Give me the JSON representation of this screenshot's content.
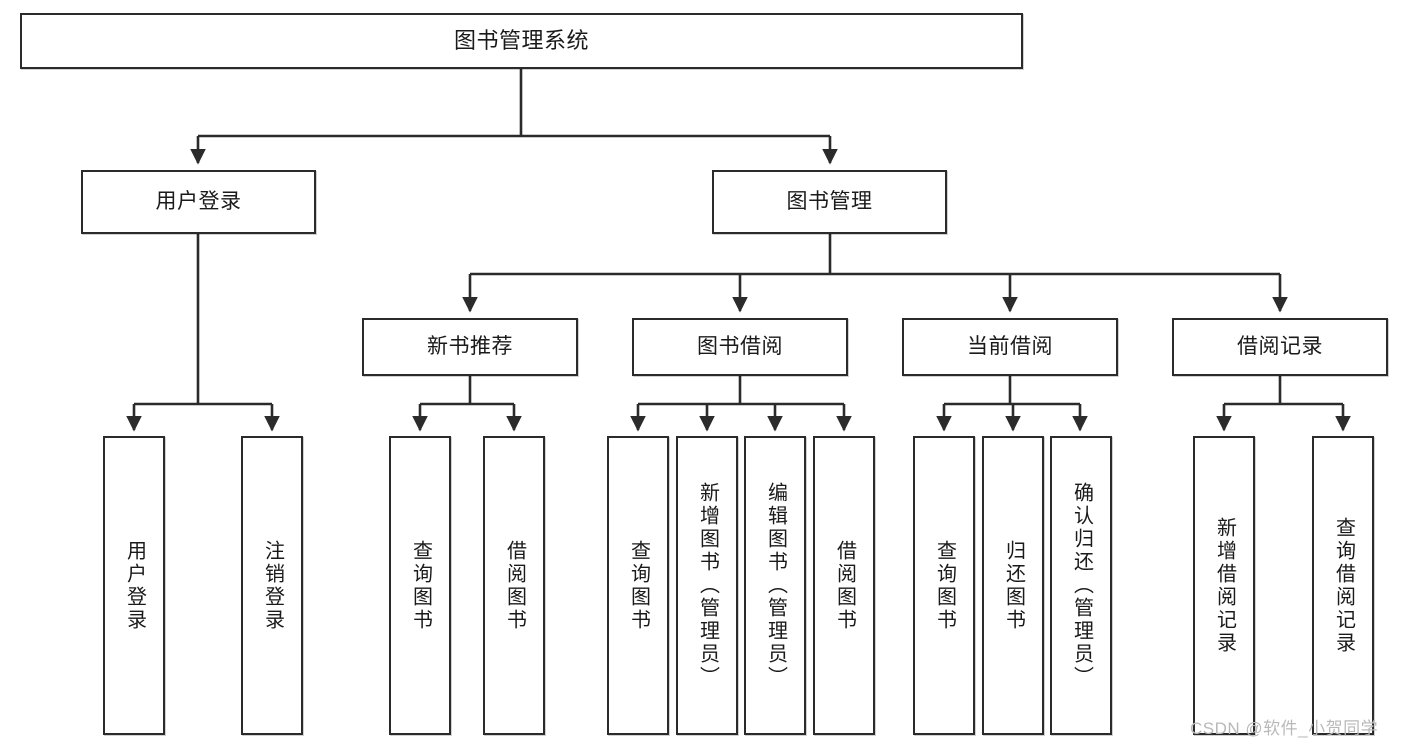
{
  "diagram": {
    "title": "图书管理系统",
    "type": "functional-structure-tree",
    "stroke_color": "#2b2b2b",
    "fill_color": "#ffffff",
    "text_color": "#1a1a1a",
    "watermark": "CSDN @软件_小贺同学",
    "levels": {
      "root": {
        "label": "图书管理系统"
      },
      "level2": [
        {
          "label": "用户登录"
        },
        {
          "label": "图书管理"
        }
      ],
      "level3": [
        {
          "label": "新书推荐"
        },
        {
          "label": "图书借阅"
        },
        {
          "label": "当前借阅"
        },
        {
          "label": "借阅记录"
        }
      ],
      "leaves": {
        "user_login": [
          {
            "label": "用户登录"
          },
          {
            "label": "注销登录"
          }
        ],
        "new_book_recommend": [
          {
            "label": "查询图书"
          },
          {
            "label": "借阅图书"
          }
        ],
        "book_borrow": [
          {
            "label": "查询图书"
          },
          {
            "label": "新增图书（管理员）"
          },
          {
            "label": "编辑图书（管理员）"
          },
          {
            "label": "借阅图书"
          }
        ],
        "current_borrow": [
          {
            "label": "查询图书"
          },
          {
            "label": "归还图书"
          },
          {
            "label": "确认归还（管理员）"
          }
        ],
        "borrow_record": [
          {
            "label": "新增借阅记录"
          },
          {
            "label": "查询借阅记录"
          }
        ]
      }
    }
  }
}
